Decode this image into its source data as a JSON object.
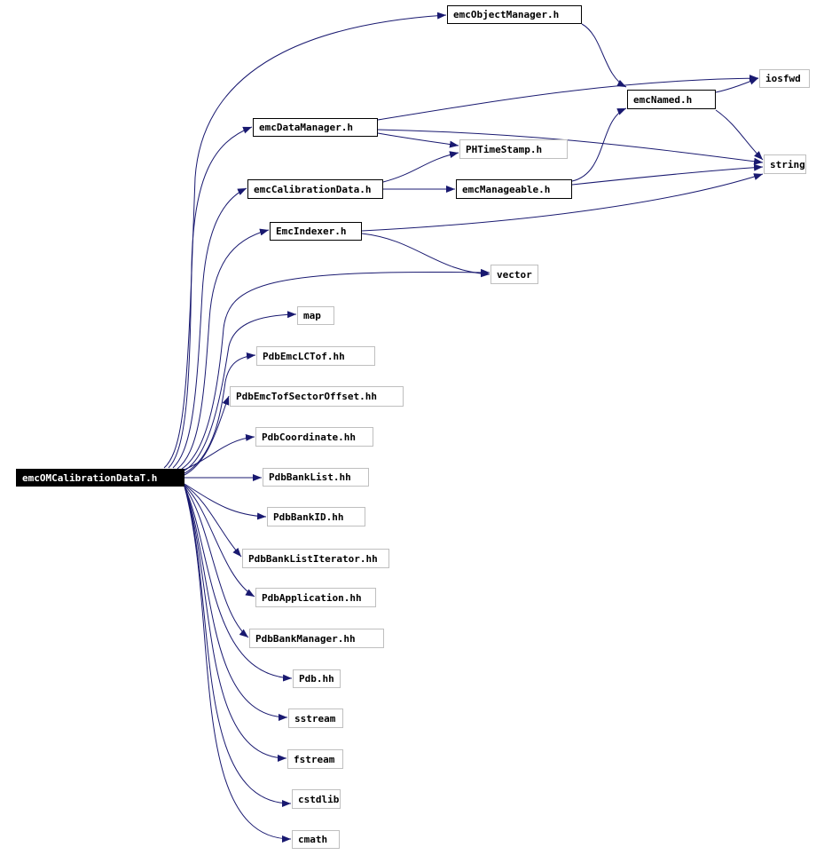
{
  "diagram": {
    "colors": {
      "edge": "#191970",
      "local_border": "#000000",
      "system_border": "#bfbfbf",
      "root_fill": "#000000",
      "root_text": "#ffffff"
    },
    "nodes": [
      {
        "id": "root",
        "label": "emcOMCalibrationDataT.h",
        "kind": "root"
      },
      {
        "id": "objmgr",
        "label": "emcObjectManager.h",
        "kind": "local"
      },
      {
        "id": "iosfwd",
        "label": "iosfwd",
        "kind": "system"
      },
      {
        "id": "named",
        "label": "emcNamed.h",
        "kind": "local"
      },
      {
        "id": "datamgr",
        "label": "emcDataManager.h",
        "kind": "local"
      },
      {
        "id": "phts",
        "label": "PHTimeStamp.h",
        "kind": "system"
      },
      {
        "id": "string",
        "label": "string",
        "kind": "system"
      },
      {
        "id": "caldata",
        "label": "emcCalibrationData.h",
        "kind": "local"
      },
      {
        "id": "manageable",
        "label": "emcManageable.h",
        "kind": "local"
      },
      {
        "id": "indexer",
        "label": "EmcIndexer.h",
        "kind": "local"
      },
      {
        "id": "vector",
        "label": "vector",
        "kind": "system"
      },
      {
        "id": "map",
        "label": "map",
        "kind": "system"
      },
      {
        "id": "lctof",
        "label": "PdbEmcLCTof.hh",
        "kind": "system"
      },
      {
        "id": "tofsec",
        "label": "PdbEmcTofSectorOffset.hh",
        "kind": "system"
      },
      {
        "id": "coord",
        "label": "PdbCoordinate.hh",
        "kind": "system"
      },
      {
        "id": "banklist",
        "label": "PdbBankList.hh",
        "kind": "system"
      },
      {
        "id": "bankid",
        "label": "PdbBankID.hh",
        "kind": "system"
      },
      {
        "id": "bankiter",
        "label": "PdbBankListIterator.hh",
        "kind": "system"
      },
      {
        "id": "app",
        "label": "PdbApplication.hh",
        "kind": "system"
      },
      {
        "id": "bankmgr",
        "label": "PdbBankManager.hh",
        "kind": "system"
      },
      {
        "id": "pdb",
        "label": "Pdb.hh",
        "kind": "system"
      },
      {
        "id": "sstream",
        "label": "sstream",
        "kind": "system"
      },
      {
        "id": "fstream",
        "label": "fstream",
        "kind": "system"
      },
      {
        "id": "cstdlib",
        "label": "cstdlib",
        "kind": "system"
      },
      {
        "id": "cmath",
        "label": "cmath",
        "kind": "system"
      }
    ],
    "edges": [
      [
        "root",
        "objmgr"
      ],
      [
        "root",
        "datamgr"
      ],
      [
        "root",
        "caldata"
      ],
      [
        "root",
        "indexer"
      ],
      [
        "root",
        "vector"
      ],
      [
        "root",
        "map"
      ],
      [
        "root",
        "lctof"
      ],
      [
        "root",
        "tofsec"
      ],
      [
        "root",
        "coord"
      ],
      [
        "root",
        "banklist"
      ],
      [
        "root",
        "bankid"
      ],
      [
        "root",
        "bankiter"
      ],
      [
        "root",
        "app"
      ],
      [
        "root",
        "bankmgr"
      ],
      [
        "root",
        "pdb"
      ],
      [
        "root",
        "sstream"
      ],
      [
        "root",
        "fstream"
      ],
      [
        "root",
        "cstdlib"
      ],
      [
        "root",
        "cmath"
      ],
      [
        "objmgr",
        "named"
      ],
      [
        "named",
        "iosfwd"
      ],
      [
        "named",
        "string"
      ],
      [
        "datamgr",
        "iosfwd"
      ],
      [
        "datamgr",
        "phts"
      ],
      [
        "datamgr",
        "string"
      ],
      [
        "caldata",
        "phts"
      ],
      [
        "caldata",
        "manageable"
      ],
      [
        "manageable",
        "named"
      ],
      [
        "manageable",
        "string"
      ],
      [
        "indexer",
        "string"
      ],
      [
        "indexer",
        "vector"
      ]
    ]
  }
}
